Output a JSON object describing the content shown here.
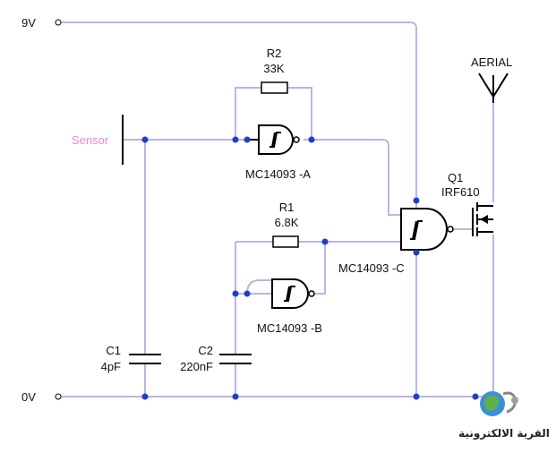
{
  "rails": {
    "supply_label": "9V",
    "ground_label": "0V"
  },
  "sensor": {
    "label": "Sensor"
  },
  "aerial": {
    "label": "AERIAL"
  },
  "resistors": [
    {
      "ref": "R2",
      "value": "33K"
    },
    {
      "ref": "R1",
      "value": "6.8K"
    }
  ],
  "capacitors": [
    {
      "ref": "C1",
      "value": "4pF"
    },
    {
      "ref": "C2",
      "value": "220nF"
    }
  ],
  "gates": [
    {
      "label": "MC14093 -A"
    },
    {
      "label": "MC14093 -B"
    },
    {
      "label": "MC14093 -C"
    }
  ],
  "transistor": {
    "ref": "Q1",
    "part": "IRF610"
  },
  "watermark": {
    "text": "القرية الالكترونية"
  },
  "colors": {
    "wire": "#b9b6e2",
    "junction": "#1f3fc4",
    "sensor_label": "#e68ad6"
  }
}
